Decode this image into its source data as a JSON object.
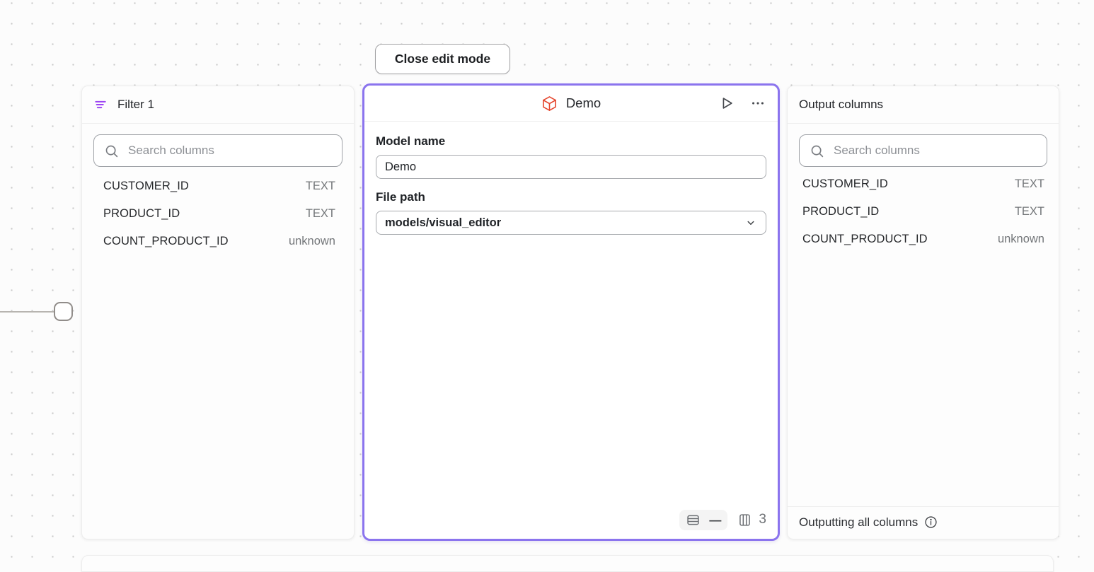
{
  "toolbar": {
    "close_edit_mode_label": "Close edit mode"
  },
  "filter_panel": {
    "title": "Filter 1",
    "search_placeholder": "Search columns",
    "columns": [
      {
        "name": "CUSTOMER_ID",
        "type": "TEXT"
      },
      {
        "name": "PRODUCT_ID",
        "type": "TEXT"
      },
      {
        "name": "COUNT_PRODUCT_ID",
        "type": "unknown"
      }
    ]
  },
  "model_panel": {
    "title": "Demo",
    "model_name_label": "Model name",
    "model_name_value": "Demo",
    "file_path_label": "File path",
    "file_path_value": "models/visual_editor",
    "row_count": "—",
    "column_count": "3"
  },
  "output_panel": {
    "title": "Output columns",
    "search_placeholder": "Search columns",
    "columns": [
      {
        "name": "CUSTOMER_ID",
        "type": "TEXT"
      },
      {
        "name": "PRODUCT_ID",
        "type": "TEXT"
      },
      {
        "name": "COUNT_PRODUCT_ID",
        "type": "unknown"
      }
    ],
    "footer_text": "Outputting all columns"
  },
  "icons": {
    "filter_icon": "purple filter lines",
    "search_icon": "magnifier",
    "cube_icon": "orange 3d box",
    "play_icon": "run triangle outline",
    "ellipsis_icon": "three dots more menu",
    "chevron_down_icon": "dropdown chevron",
    "table_rows_icon": "row count",
    "table_columns_icon": "column count",
    "info_icon": "info circle"
  },
  "colors": {
    "accent_purple": "#8b74ee",
    "filter_icon_purple": "#9d45f3",
    "cube_icon_orange": "#e5472f",
    "canvas_dot": "#c9c9c9"
  }
}
